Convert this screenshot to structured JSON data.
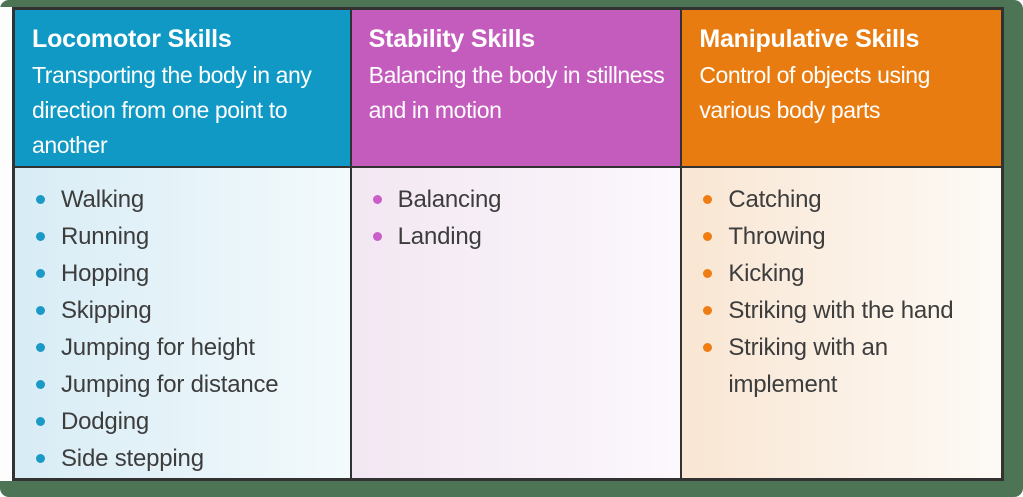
{
  "frame": {
    "mat_color": "#4e7456",
    "border_color": "#323232",
    "body_text_color": "#3d3d3d",
    "header_text_color": "#ffffff"
  },
  "columns": [
    {
      "id": "locomotor",
      "title": "Locomotor Skills",
      "description": "Transporting the body in any direction from one point to another",
      "header_bg": "#0f99c4",
      "bullet_color": "#1b9ac8",
      "body_bg_start": "#d8ecf5",
      "body_bg_end": "#f3fafc",
      "items": [
        "Walking",
        "Running",
        "Hopping",
        "Skipping",
        "Jumping for height",
        "Jumping for distance",
        "Dodging",
        "Side stepping"
      ]
    },
    {
      "id": "stability",
      "title": "Stability Skills",
      "description": "Balancing the body in stillness and in motion",
      "header_bg": "#c45cbe",
      "bullet_color": "#cb5ec8",
      "body_bg_start": "#f2e7f2",
      "body_bg_end": "#fcf8fc",
      "items": [
        "Balancing",
        "Landing"
      ]
    },
    {
      "id": "manipulative",
      "title": "Manipulative Skills",
      "description": "Control of objects using various body parts",
      "header_bg": "#e97c10",
      "bullet_color": "#ee7d14",
      "body_bg_start": "#f9e6d3",
      "body_bg_end": "#fdfaf6",
      "items": [
        "Catching",
        "Throwing",
        "Kicking",
        "Striking with the hand",
        "Striking with an implement"
      ]
    }
  ]
}
